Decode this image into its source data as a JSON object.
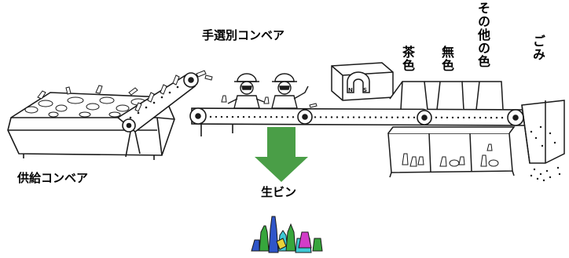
{
  "labels": {
    "manual_sorting_conveyor": "手選別コンベア",
    "feed_conveyor": "供給コンベア",
    "raw_bottles": "生ビン",
    "brown": "茶色",
    "clear": "無色",
    "other_colors": "その他の色",
    "trash": "ごみ"
  },
  "colors": {
    "arrow": "#4a9e47",
    "ink": "#1a1a1a",
    "bottle_blue": "#2f55c9",
    "bottle_green": "#37a63c",
    "bottle_cyan": "#3ec9d6",
    "bottle_magenta": "#d23cc8",
    "bottle_yellow": "#e8d23a"
  }
}
